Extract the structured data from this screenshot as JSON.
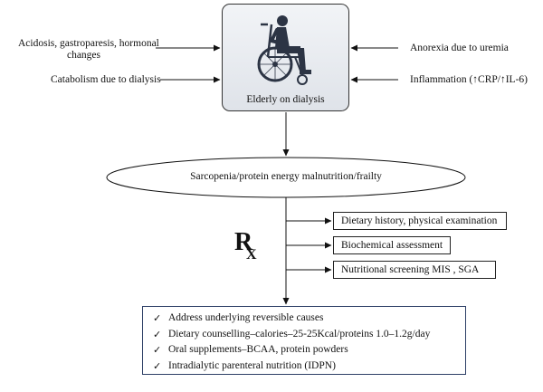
{
  "left_factors": {
    "factor1": "Acidosis, gastroparesis, hormonal",
    "factor1b": "changes",
    "factor2": "Catabolism due to dialysis"
  },
  "right_factors": {
    "factor1": "Anorexia due to uremia",
    "factor2": "Inflammation (↑CRP/↑IL-6)"
  },
  "center": {
    "caption": "Elderly on dialysis",
    "icon": "wheelchair-person-icon"
  },
  "ellipse": {
    "label": "Sarcopenia/protein energy malnutrition/frailty"
  },
  "rx_symbol": "Rx",
  "assessment": [
    "Dietary history, physical examination",
    "Biochemical assessment",
    "Nutritional screening MIS , SGA"
  ],
  "interventions": [
    "Address underlying reversible causes",
    "Dietary counselling–calories–25-25Kcal/proteins 1.0–1.2g/day",
    "Oral supplements–BCAA, protein powders",
    "Intradialytic parenteral nutrition (IDPN)"
  ],
  "check_symbol": "✓",
  "colors": {
    "line": "#111111",
    "box_border": "#2d3f66",
    "figure": "#2c3444"
  }
}
